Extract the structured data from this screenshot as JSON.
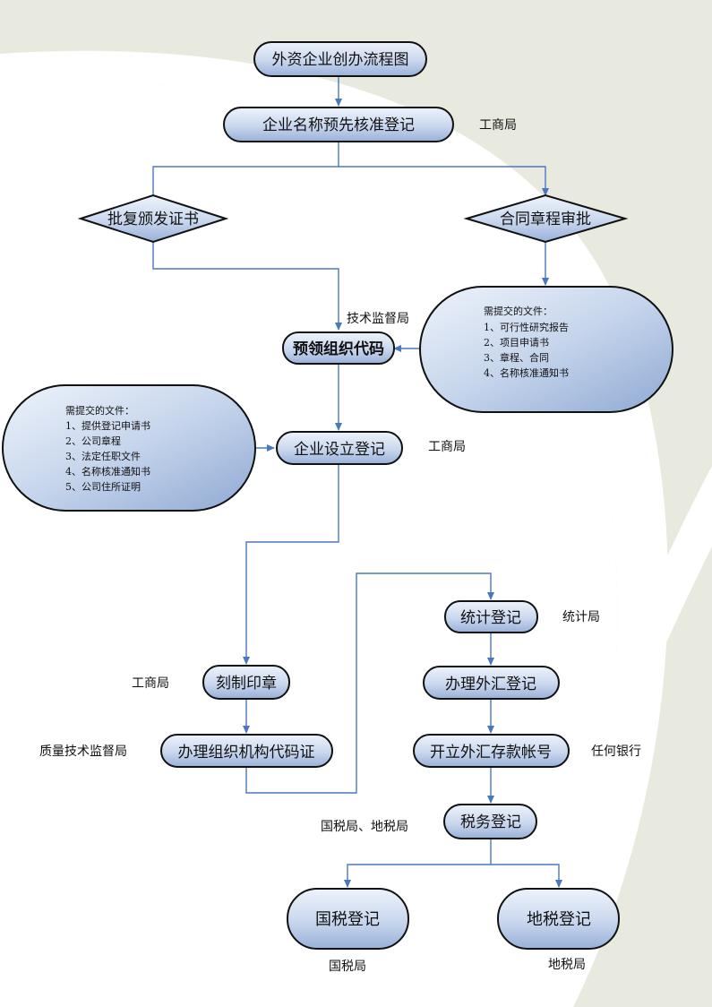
{
  "diagram": {
    "title": "外资企业创办流程图",
    "nodes": {
      "name_check": "企业名称预先核准登记",
      "approval_cert": "批复颁发证书",
      "contract_approval": "合同章程审批",
      "pre_org_code": "预领组织代码",
      "establish_reg": "企业设立登记",
      "stats_reg": "统计登记",
      "seal": "刻制印章",
      "forex_reg": "办理外汇登记",
      "org_code_cert": "办理组织机构代码证",
      "forex_account": "开立外汇存款帐号",
      "tax_reg": "税务登记",
      "national_tax": "国税登记",
      "local_tax": "地税登记"
    },
    "agencies": {
      "name_check": "工商局",
      "pre_org_code": "技术监督局",
      "establish_reg": "工商局",
      "stats_reg": "统计局",
      "seal": "工商局",
      "org_code_cert": "质量技术监督局",
      "forex_account": "任何银行",
      "tax_reg": "国税局、地税局",
      "national_tax": "国税局",
      "local_tax": "地税局"
    },
    "docs_right": {
      "heading": "需提交的文件：",
      "items": [
        "1、可行性研究报告",
        "2、项目申请书",
        "3、章程、合同",
        "4、名称核准通知书"
      ]
    },
    "docs_left": {
      "heading": "需提交的文件：",
      "items": [
        "1、提供登记申请书",
        "2、公司章程",
        "3、法定任职文件",
        "4、名称核准通知书",
        "5、公司住所证明"
      ]
    },
    "colors": {
      "node_fill_light": "#e4ecf8",
      "node_fill_dark": "#9fb6da",
      "node_stroke": "#111111",
      "edge": "#4a78c0",
      "background": "#e9eadf"
    }
  }
}
